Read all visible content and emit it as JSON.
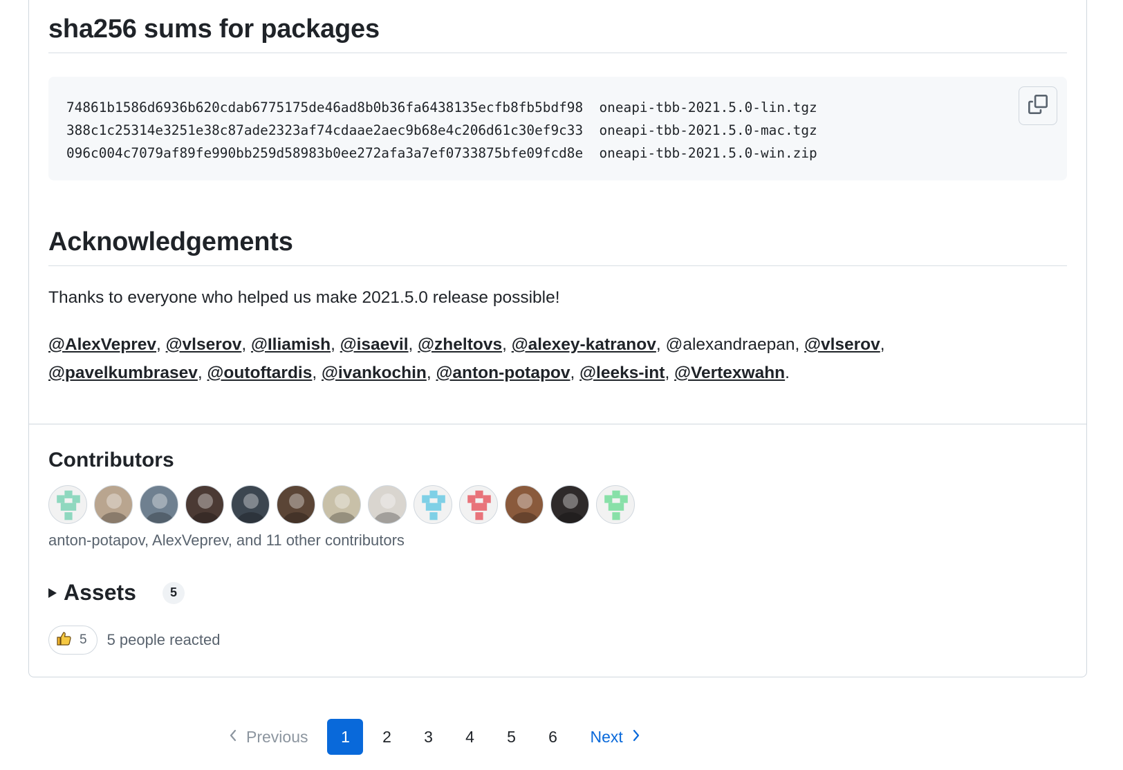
{
  "sha_section": {
    "title": "sha256 sums for packages",
    "lines": [
      "74861b1586d6936b620cdab6775175de46ad8b0b36fa6438135ecfb8fb5bdf98  oneapi-tbb-2021.5.0-lin.tgz",
      "388c1c25314e3251e38c87ade2323af74cdaae2aec9b68e4c206d61c30ef9c33  oneapi-tbb-2021.5.0-mac.tgz",
      "096c004c7079af89fe990bb259d58983b0ee272afa3a7ef0733875bfe09fcd8e  oneapi-tbb-2021.5.0-win.zip"
    ]
  },
  "ack_section": {
    "title": "Acknowledgements",
    "thanks": "Thanks to everyone who helped us make 2021.5.0 release possible!",
    "mentions": [
      {
        "text": "@AlexVeprev",
        "link": true
      },
      {
        "text": "@vlserov",
        "link": true
      },
      {
        "text": "@Iliamish",
        "link": true
      },
      {
        "text": "@isaevil",
        "link": true
      },
      {
        "text": "@zheltovs",
        "link": true
      },
      {
        "text": "@alexey-katranov",
        "link": true
      },
      {
        "text": "@alexandraepan",
        "link": false
      },
      {
        "text": "@vlserov",
        "link": true
      },
      {
        "text": "@pavelkumbrasev",
        "link": true
      },
      {
        "text": "@outoftardis",
        "link": true
      },
      {
        "text": "@ivankochin",
        "link": true
      },
      {
        "text": "@anton-potapov",
        "link": true
      },
      {
        "text": "@leeks-int",
        "link": true
      },
      {
        "text": "@Vertexwahn",
        "link": true
      }
    ]
  },
  "contributors": {
    "title": "Contributors",
    "summary": "anton-potapov, AlexVeprev, and 11 other contributors",
    "avatar_colors": [
      "#8fd8bf",
      "#b9a58f",
      "#6f8090",
      "#4b3a34",
      "#3c4650",
      "#5b4536",
      "#c8c0a8",
      "#d9d5cf",
      "#7fd0e6",
      "#e8737a",
      "#8a5a3c",
      "#2e2a2a",
      "#88e0a8"
    ]
  },
  "assets": {
    "label": "Assets",
    "count": "5"
  },
  "reactions": {
    "emoji": "thumbs-up",
    "count": "5",
    "text": "5 people reacted"
  },
  "pagination": {
    "previous": "Previous",
    "pages": [
      "1",
      "2",
      "3",
      "4",
      "5",
      "6"
    ],
    "current": "1",
    "next": "Next"
  }
}
